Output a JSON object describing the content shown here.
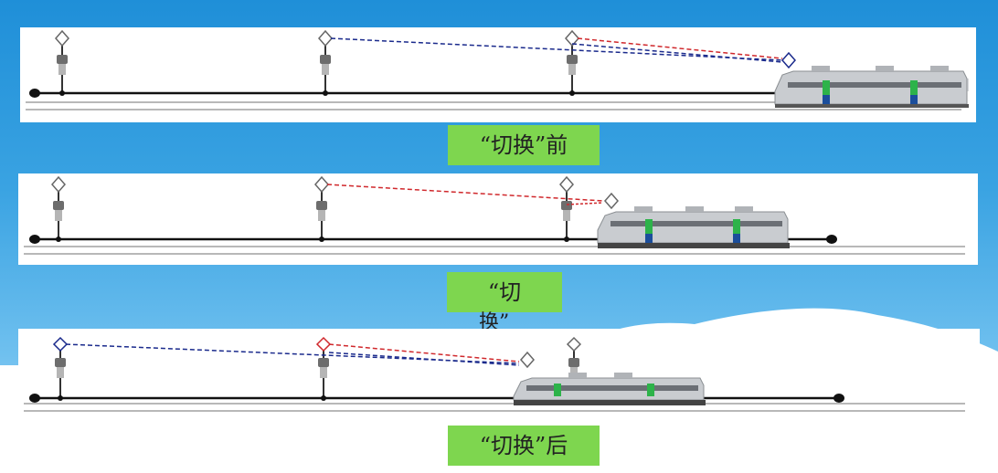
{
  "labels": {
    "before": "“切换”前",
    "during_line1": "“切",
    "during_line2": "换”",
    "after": "“切换”后"
  },
  "colors": {
    "background_top": "#1f8fd8",
    "label_bg": "#7ed64f",
    "blue_dash": "#1a2a8c",
    "red_dash": "#d0282c",
    "track": "#111111",
    "train_body": "#c9ccd0",
    "train_green": "#2db34a",
    "train_blue": "#1b4e9b"
  },
  "icons": {
    "signal": "signal-icon",
    "train": "train-icon",
    "track_end": "track-end-icon"
  }
}
